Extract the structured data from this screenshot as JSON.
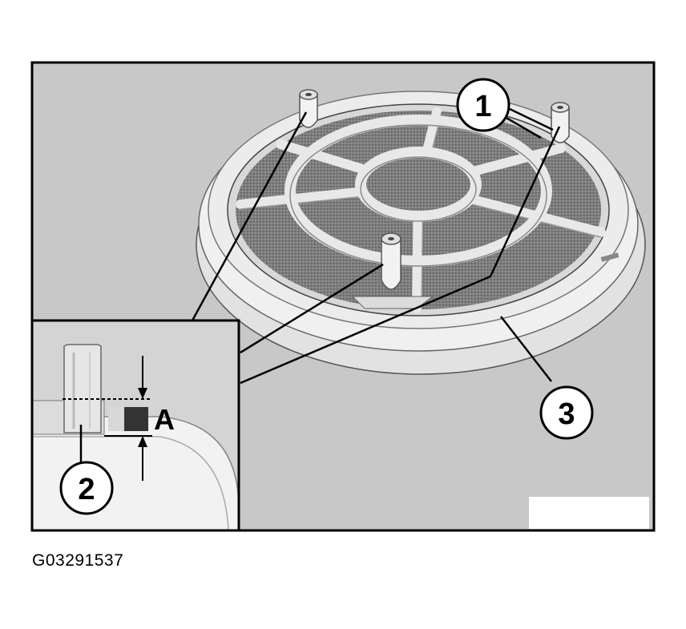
{
  "figure": {
    "callouts": [
      "1",
      "2",
      "3"
    ],
    "dimension_label": "A",
    "image_code": "G03291537"
  },
  "colors": {
    "background": "#c8c8c8",
    "frame": "#000000",
    "filter_mesh": "#7e7e7e",
    "plastic": "#e6e6e6"
  }
}
